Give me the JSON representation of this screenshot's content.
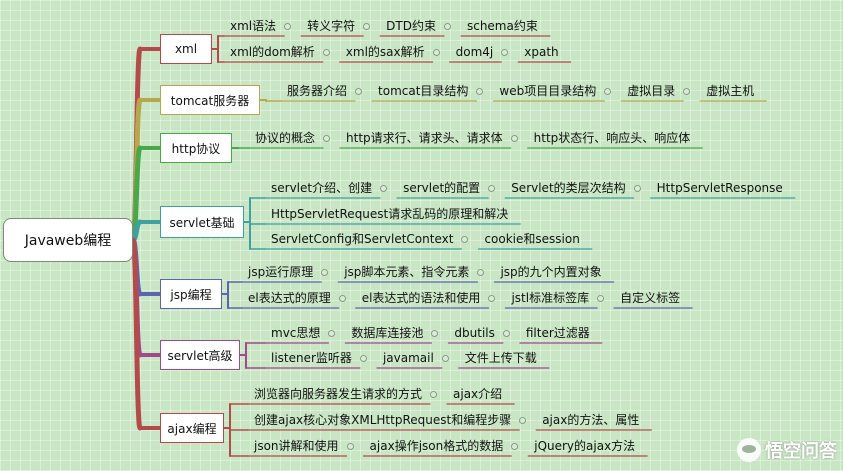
{
  "root": {
    "label": "Javaweb编程"
  },
  "branches": [
    {
      "label": "xml",
      "color": "#b44a4a",
      "rows": [
        [
          "xml语法",
          "转义字符",
          "DTD约束",
          "schema约束"
        ],
        [
          "xml的dom解析",
          "xml的sax解析",
          "dom4j",
          "xpath"
        ]
      ]
    },
    {
      "label": "tomcat服务器",
      "color": "#b7a850",
      "rows": [
        [
          "服务器介绍",
          "tomcat目录结构",
          "web项目目录结构",
          "虚拟目录",
          "虚拟主机"
        ]
      ]
    },
    {
      "label": "http协议",
      "color": "#4aa84a",
      "rows": [
        [
          "协议的概念",
          "http请求行、请求头、请求体",
          "http状态行、响应头、响应体"
        ]
      ]
    },
    {
      "label": "servlet基础",
      "color": "#3fa0a0",
      "rows": [
        [
          "servlet介绍、创建",
          "servlet的配置",
          "Servlet的类层次结构",
          "HttpServletResponse"
        ],
        [
          "HttpServletRequest请求乱码的原理和解决"
        ],
        [
          "ServletConfig和ServletContext",
          "cookie和session"
        ]
      ]
    },
    {
      "label": "jsp编程",
      "color": "#5a66b0",
      "rows": [
        [
          "jsp运行原理",
          "jsp脚本元素、指令元素",
          "jsp的九个内置对象"
        ],
        [
          "el表达式的原理",
          "el表达式的语法和使用",
          "jstl标准标签库",
          "自定义标签"
        ]
      ]
    },
    {
      "label": "servlet高级",
      "color": "#a04a8a",
      "rows": [
        [
          "mvc思想",
          "数据库连接池",
          "dbutils",
          "filter过滤器"
        ],
        [
          "listener监听器",
          "javamail",
          "文件上传下载"
        ]
      ]
    },
    {
      "label": "ajax编程",
      "color": "#b44a4a",
      "rows": [
        [
          "浏览器向服务器发生请求的方式",
          "ajax介绍"
        ],
        [
          "创建ajax核心对象XMLHttpRequest和编程步骤",
          "ajax的方法、属性"
        ],
        [
          "json讲解和使用",
          "ajax操作json格式的数据",
          "jQuery的ajax方法"
        ]
      ]
    }
  ],
  "watermark": {
    "text": "悟空问答"
  }
}
